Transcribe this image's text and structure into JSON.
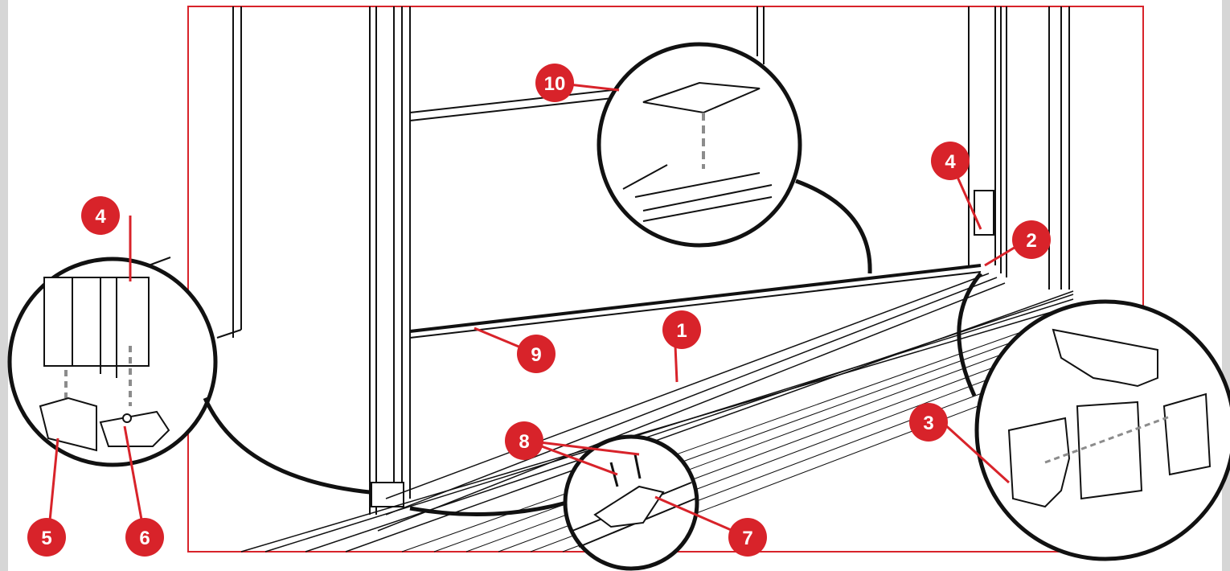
{
  "diagram": {
    "colors": {
      "background": "#d6d6d6",
      "panel": "#ffffff",
      "frame_border": "#d8232a",
      "badge": "#d8232a",
      "badge_text": "#ffffff",
      "line_art": "#111111",
      "dashed_guide": "#8c8c8c"
    },
    "callouts": [
      {
        "id": "c1",
        "label": "1"
      },
      {
        "id": "c2",
        "label": "2"
      },
      {
        "id": "c3",
        "label": "3"
      },
      {
        "id": "c4a",
        "label": "4"
      },
      {
        "id": "c4b",
        "label": "4"
      },
      {
        "id": "c5",
        "label": "5"
      },
      {
        "id": "c6",
        "label": "6"
      },
      {
        "id": "c7",
        "label": "7"
      },
      {
        "id": "c8",
        "label": "8"
      },
      {
        "id": "c9",
        "label": "9"
      },
      {
        "id": "c10",
        "label": "10"
      }
    ]
  }
}
